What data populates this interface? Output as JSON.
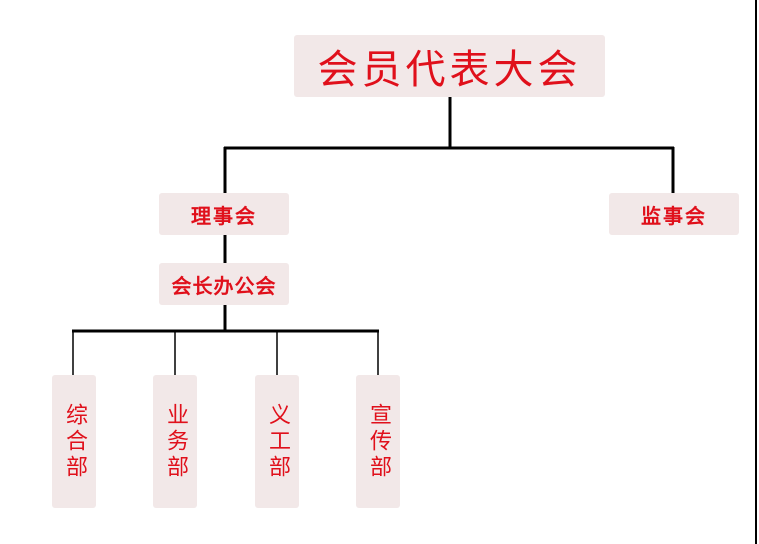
{
  "org_chart": {
    "root": {
      "label": "会员代表大会"
    },
    "council": {
      "label": "理事会"
    },
    "supervisory_board": {
      "label": "监事会"
    },
    "president_office": {
      "label": "会长办公会"
    },
    "departments": [
      {
        "label": "综合部"
      },
      {
        "label": "业务部"
      },
      {
        "label": "义工部"
      },
      {
        "label": "宣传部"
      }
    ]
  },
  "colors": {
    "node_background": "#f2e8e8",
    "node_text": "#e0101b",
    "connector": "#000000"
  }
}
